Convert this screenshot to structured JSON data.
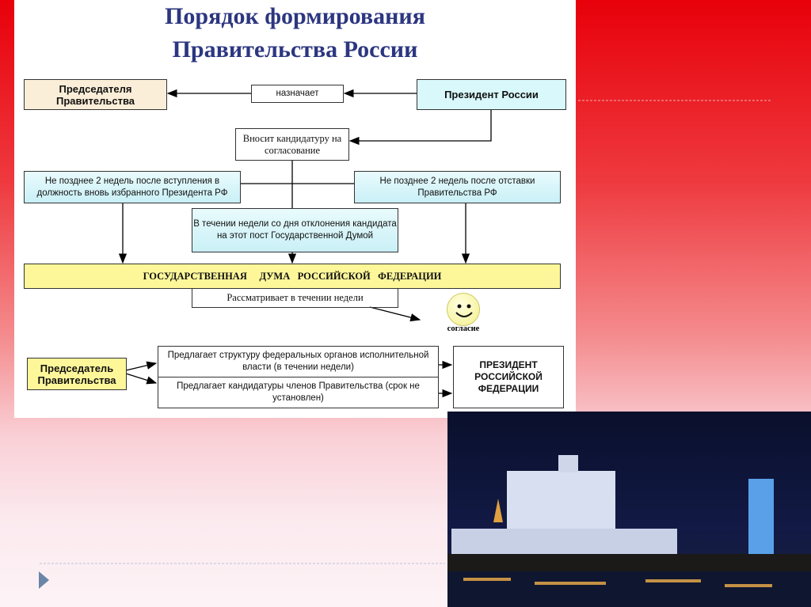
{
  "title": {
    "line1": "Порядок формирования",
    "line2": "Правительства России"
  },
  "nodes": {
    "chairman_top": "Председателя Правительства",
    "appoints": "назначает",
    "president": "Президент России",
    "submits": "Вносит кандидатуру на согласование",
    "left_term": "Не позднее 2 недель после вступления в должность вновь избранного Президента РФ",
    "right_term": "Не позднее 2 недель после отставки Правительства РФ",
    "middle_term": "В течении недели со дня отклонения кандидата на этот пост Государственной Думой",
    "duma": "ГОСУДАРСТВЕННАЯ     ДУМА   РОССИЙСКОЙ   ФЕДЕРАЦИИ",
    "reviews": "Рассматривает в течении недели",
    "consent": "согласие",
    "chairman_bottom": "Председатель Правительства",
    "proposes_structure": "Предлагает структуру федеральных органов исполнительной власти (в течении недели)",
    "proposes_members": "Предлагает кандидатуры членов Правительства (срок не установлен)",
    "president_rf": "ПРЕЗИДЕНТ РОССИЙСКОЙ ФЕДЕРАЦИИ"
  },
  "colors": {
    "title": "#2c3680",
    "chairman_fill": "#fbeed8",
    "president_fill": "#d8f8fb",
    "duma_fill": "#fdf79a"
  }
}
